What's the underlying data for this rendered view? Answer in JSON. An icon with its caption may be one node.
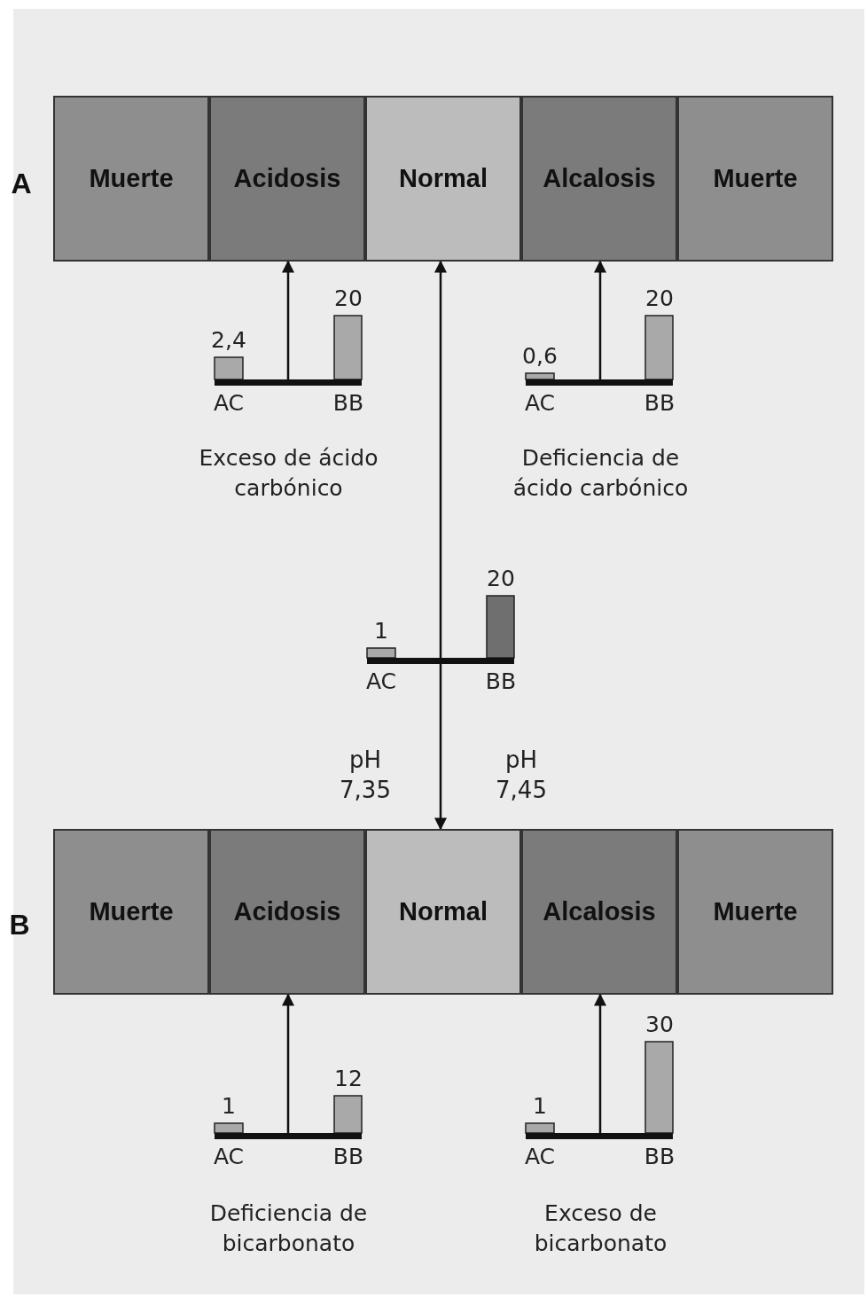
{
  "diagram": {
    "nodes": [
      {
        "text": [
          "Muerte"
        ]
      },
      {
        "text": [
          "Acidosis"
        ]
      },
      {
        "text": [
          "Normal"
        ]
      },
      {
        "text": [
          "Alcalosis"
        ]
      },
      {
        "text": [
          "Muerte"
        ]
      },
      {
        "text": [
          "Muerte"
        ]
      },
      {
        "text": [
          "Acidosis"
        ]
      },
      {
        "text": [
          "Normal"
        ]
      },
      {
        "text": [
          "Alcalosis"
        ]
      },
      {
        "text": [
          "Muerte"
        ]
      },
      {
        "text": [
          "2,4",
          "20",
          "AC",
          "BB"
        ],
        "beside": [
          "Exceso de ácido carbónico"
        ]
      },
      {
        "text": [
          "0,6",
          "20",
          "AC",
          "BB"
        ],
        "beside": [
          "Deficiencia de ácido carbónico"
        ]
      },
      {
        "text": [
          "1",
          "20",
          "AC",
          "BB"
        ]
      },
      {
        "text": [
          "1",
          "12",
          "AC",
          "BB"
        ],
        "beside": [
          "Deficiencia de bicarbonato"
        ]
      },
      {
        "text": [
          "1",
          "30",
          "AC",
          "BB"
        ],
        "beside": [
          "Exceso de bicarbonato"
        ]
      }
    ],
    "edges": [
      {
        "from": 10,
        "to": 1,
        "arrow": "to"
      },
      {
        "from": 11,
        "to": 3,
        "arrow": "to"
      },
      {
        "from": 12,
        "to": 2,
        "arrow": "to"
      },
      {
        "from": 12,
        "to": 7,
        "arrow": "to"
      },
      {
        "from": 13,
        "to": 6,
        "arrow": "to"
      },
      {
        "from": 14,
        "to": 8,
        "arrow": "to"
      }
    ],
    "labels": [
      "A",
      "pH 7,35",
      "pH 7,45",
      "B"
    ]
  }
}
